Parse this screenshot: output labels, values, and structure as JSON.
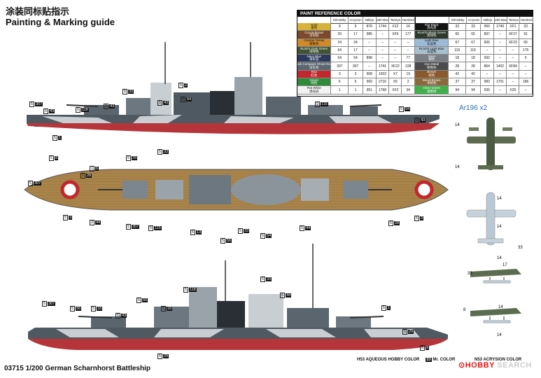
{
  "title_cn": "涂装同标贴指示",
  "title_en": "Painting & Marking guide",
  "table": {
    "heading": "PAINT REFERENCE COLOR",
    "columns": [
      "Color",
      "MrHobby",
      "Acrysion",
      "Vallejo",
      "Model Master",
      "Tamiya",
      "Humbrol"
    ],
    "left_rows": [
      {
        "name": "Gold",
        "cn": "金色",
        "hex": "#d6b33a",
        "mr": "9",
        "acr": "9",
        "val": "878",
        "mm": "1744",
        "tam": "X12",
        "hum": "16"
      },
      {
        "name": "Cocoa Brown",
        "cn": "可可棕",
        "hex": "#7a4a2a",
        "mr": "29",
        "acr": "17",
        "val": "985",
        "mm": "–",
        "tam": "XF9",
        "hum": "177"
      },
      {
        "name": "Orange Yellow",
        "cn": "橙黄色",
        "hex": "#d08a2a",
        "mr": "24",
        "acr": "24",
        "val": "–",
        "mm": "–",
        "tam": "–",
        "hum": "–"
      },
      {
        "name": "RLM71 Dark Green",
        "cn": "深绿色",
        "hex": "#3f5536",
        "mr": "64",
        "acr": "17",
        "val": "–",
        "mm": "–",
        "tam": "–",
        "hum": "–"
      },
      {
        "name": "Navy Blue",
        "cn": "海军蓝",
        "hex": "#2b3a5a",
        "mr": "54",
        "acr": "54",
        "val": "898",
        "mm": "–",
        "tam": "–",
        "hum": "77"
      },
      {
        "name": "Dark Compass Ghost Grey",
        "cn": "深灰色",
        "hex": "#5a6670",
        "mr": "307",
        "acr": "307",
        "val": "–",
        "mm": "1741",
        "tam": "XF22",
        "hum": "128"
      },
      {
        "name": "Red",
        "cn": "红色",
        "hex": "#c1272d",
        "mr": "3",
        "acr": "3",
        "val": "908",
        "mm": "1503",
        "tam": "X7",
        "hum": "19"
      },
      {
        "name": "Green",
        "cn": "绿色",
        "hex": "#2f8a3a",
        "mr": "6",
        "acr": "6",
        "val": "969",
        "mm": "2716",
        "tam": "X5",
        "hum": "2"
      },
      {
        "name": "Flat White",
        "cn": "消光白",
        "hex": "#f2f2f2",
        "mr": "1",
        "acr": "1",
        "val": "951",
        "mm": "1768",
        "tam": "XF2",
        "hum": "34"
      }
    ],
    "right_rows": [
      {
        "name": "Flat Black",
        "cn": "消光黑",
        "hex": "#141414",
        "mr": "33",
        "acr": "33",
        "val": "950",
        "mm": "1749",
        "tam": "XF1",
        "hum": "33"
      },
      {
        "name": "RLM70 Black Green",
        "cn": "黑绿色",
        "hex": "#2e3a2c",
        "mr": "65",
        "acr": "65",
        "val": "897",
        "mm": "–",
        "tam": "XF27",
        "hum": "91"
      },
      {
        "name": "Light Blue",
        "cn": "淡蓝色",
        "hex": "#9dbbd6",
        "mr": "67",
        "acr": "67",
        "val": "906",
        "mm": "–",
        "tam": "XF23",
        "hum": "65"
      },
      {
        "name": "RLM76 Light Blue",
        "cn": "淡蓝色",
        "hex": "#a9c0cf",
        "mr": "115",
        "acr": "115",
        "val": "–",
        "mm": "–",
        "tam": "–",
        "hum": "175"
      },
      {
        "name": "Steel",
        "cn": "钢色",
        "hex": "#7a7f85",
        "mr": "18",
        "acr": "18",
        "val": "992",
        "mm": "–",
        "tam": "–",
        "hum": "5"
      },
      {
        "name": "Gun Metal",
        "cn": "枪铁色",
        "hex": "#4b4b4e",
        "mr": "28",
        "acr": "28",
        "val": "864",
        "mm": "1402",
        "tam": "XF84",
        "hum": "–"
      },
      {
        "name": "Brown",
        "cn": "棕色",
        "hex": "#8a5a2c",
        "mr": "42",
        "acr": "42",
        "val": "–",
        "mm": "–",
        "tam": "–",
        "hum": "–"
      },
      {
        "name": "Wood Brown",
        "cn": "木棕色",
        "hex": "#8a6a3a",
        "mr": "37",
        "acr": "37",
        "val": "983",
        "mm": "1701",
        "tam": "–",
        "hum": "186"
      },
      {
        "name": "Clear Green",
        "cn": "透明绿",
        "hex": "#3fb04a",
        "mr": "94",
        "acr": "94",
        "val": "936",
        "mm": "–",
        "tam": "X25",
        "hum": "–"
      }
    ]
  },
  "aircraft_label": "Ar196 x2",
  "legend": {
    "aqueous_code": "H53",
    "aqueous_label": "AQUEOUS HOBBY COLOR",
    "mr_code": "33",
    "mr_label": "Mr. COLOR",
    "acr_code": "N53",
    "acr_label": "ACRYSION COLOR"
  },
  "footer": "03715 1/200 German Scharnhorst Battleship",
  "brand": {
    "main": "HOBBY",
    "suffix": " SEARCH",
    "symbol": "⊙"
  },
  "callouts_top_ship": [
    {
      "h": "5",
      "n": "307"
    },
    {
      "h": "5",
      "n": "43"
    },
    {
      "h": "5",
      "n": "118"
    },
    {
      "h": "5",
      "n": "43"
    },
    {
      "h": "5",
      "n": "33"
    },
    {
      "h": "5",
      "n": "43"
    },
    {
      "h": "5",
      "n": "2"
    },
    {
      "h": "5",
      "n": "54"
    },
    {
      "h": "9",
      "n": "115"
    },
    {
      "h": "5",
      "n": "54"
    },
    {
      "h": "5",
      "n": "43"
    },
    {
      "h": "5",
      "n": "1"
    },
    {
      "h": "5",
      "n": "8"
    },
    {
      "h": "5",
      "n": "29"
    },
    {
      "h": "5",
      "n": "33"
    }
  ],
  "callouts_deck": [
    {
      "h": "5",
      "n": "307"
    },
    {
      "h": "1",
      "n": "6"
    },
    {
      "h": "5",
      "n": "28"
    },
    {
      "h": "5",
      "n": "3"
    },
    {
      "h": "2",
      "n": "44"
    },
    {
      "h": "5",
      "n": "307"
    },
    {
      "h": "5",
      "n": "115"
    },
    {
      "h": "5",
      "n": "13"
    },
    {
      "h": "5",
      "n": "56"
    },
    {
      "h": "5",
      "n": "33"
    },
    {
      "h": "5",
      "n": "54"
    },
    {
      "h": "5",
      "n": "44"
    },
    {
      "h": "5",
      "n": "28"
    },
    {
      "h": "5",
      "n": "3"
    }
  ],
  "callouts_bottom_ship": [
    {
      "h": "5",
      "n": "307"
    },
    {
      "h": "5",
      "n": "56"
    },
    {
      "h": "5",
      "n": "33"
    },
    {
      "h": "5",
      "n": "43"
    },
    {
      "h": "5",
      "n": "56"
    },
    {
      "h": "5",
      "n": "33"
    },
    {
      "h": "5",
      "n": "29"
    },
    {
      "h": "5",
      "n": "118"
    },
    {
      "h": "5",
      "n": "33"
    },
    {
      "h": "5",
      "n": "44"
    },
    {
      "h": "5",
      "n": "1"
    },
    {
      "h": "5",
      "n": "29"
    },
    {
      "h": "5",
      "n": "8"
    }
  ],
  "plane_numbers": [
    "14",
    "14",
    "14",
    "14",
    "14",
    "17",
    "8",
    "14",
    "14",
    "33",
    "33"
  ],
  "colors": {
    "hull_red": "#b5353b",
    "deck_wood": "#a8834a",
    "camo_dark": "#4f5962",
    "camo_light": "#c9ced2",
    "table_header": "#111111",
    "aircraft_blue": "#2a6fb5"
  }
}
